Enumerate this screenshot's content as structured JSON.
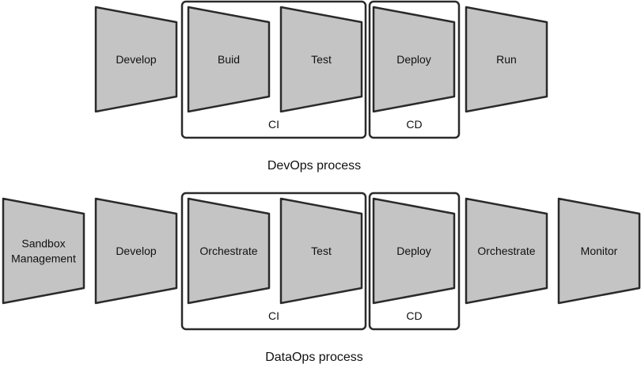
{
  "colors": {
    "stage_fill": "#c4c4c4",
    "stage_stroke": "#2a2a2a",
    "text": "#111111",
    "background": "#ffffff"
  },
  "devops": {
    "title": "DevOps process",
    "stages": [
      {
        "label": "Develop"
      },
      {
        "label": "Buid"
      },
      {
        "label": "Test"
      },
      {
        "label": "Deploy"
      },
      {
        "label": "Run"
      }
    ],
    "groups": [
      {
        "label": "CI"
      },
      {
        "label": "CD"
      }
    ]
  },
  "dataops": {
    "title": "DataOps process",
    "stages": [
      {
        "label": [
          "Sandbox",
          "Management"
        ]
      },
      {
        "label": "Develop"
      },
      {
        "label": "Orchestrate"
      },
      {
        "label": "Test"
      },
      {
        "label": "Deploy"
      },
      {
        "label": "Orchestrate"
      },
      {
        "label": "Monitor"
      }
    ],
    "groups": [
      {
        "label": "CI"
      },
      {
        "label": "CD"
      }
    ]
  }
}
